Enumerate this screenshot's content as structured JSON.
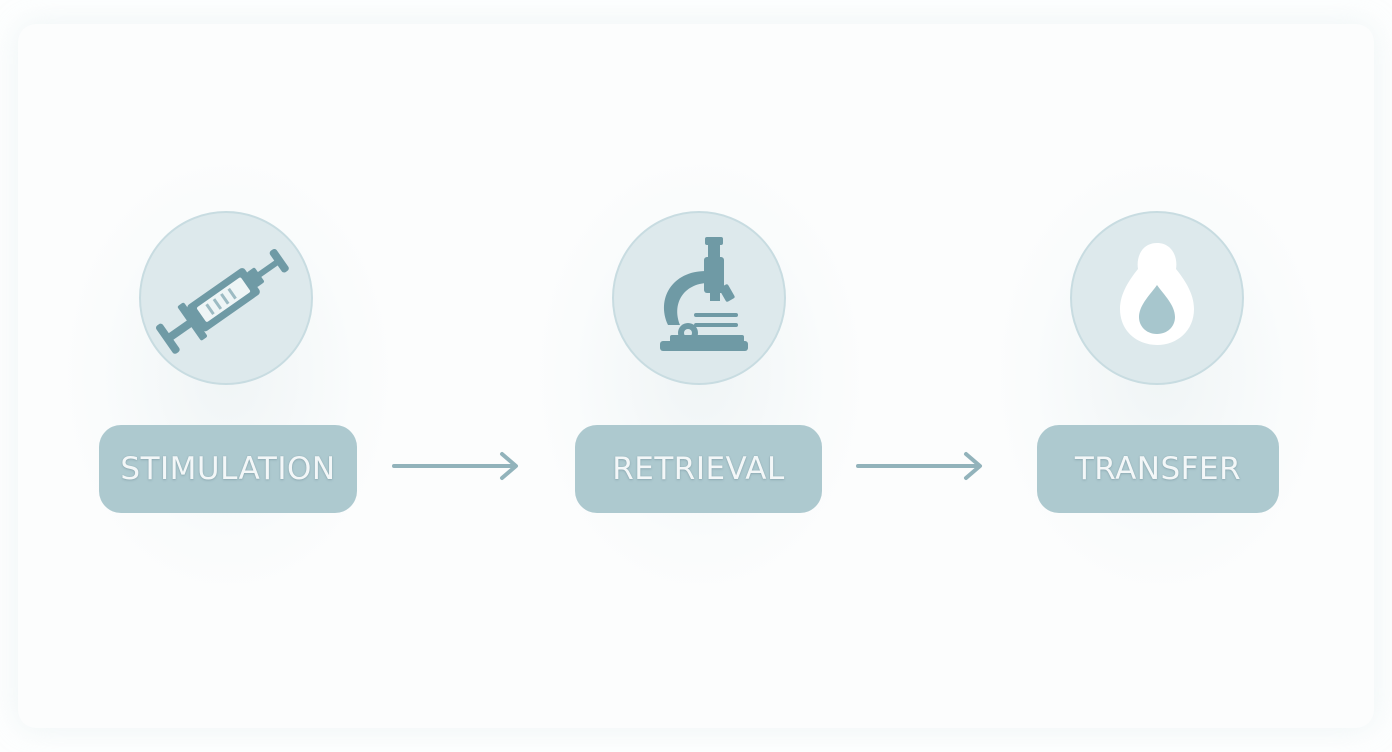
{
  "steps": [
    {
      "label": "STIMULATION",
      "icon": "syringe-icon"
    },
    {
      "label": "RETRIEVAL",
      "icon": "microscope-icon"
    },
    {
      "label": "TRANSFER",
      "icon": "embryo-drop-icon"
    }
  ],
  "colors": {
    "pill_background": "#adc9cf",
    "circle_background": "#dde9ec",
    "icon_color": "#6f9aa5",
    "arrow_color": "#92b3bb",
    "label_text": "#f3f7f8"
  }
}
